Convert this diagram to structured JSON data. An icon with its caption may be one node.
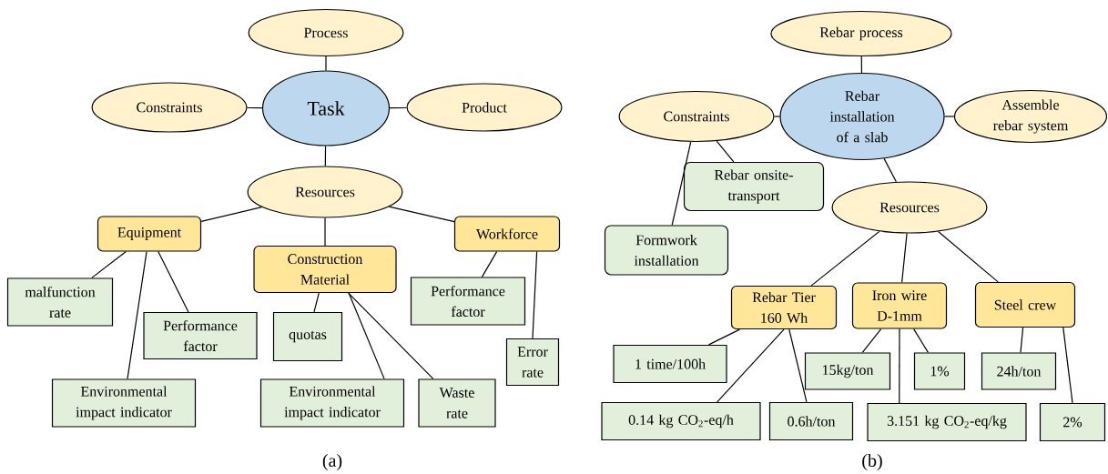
{
  "diagram": {
    "nodes": [
      {
        "text": [
          "Process"
        ]
      },
      {
        "text": [
          "Constraints"
        ]
      },
      {
        "text": [
          "Task"
        ]
      },
      {
        "text": [
          "Product"
        ]
      },
      {
        "text": [
          "Resources"
        ]
      },
      {
        "text": [
          "Equipment"
        ]
      },
      {
        "text": [
          "Construction Material"
        ]
      },
      {
        "text": [
          "Workforce"
        ]
      },
      {
        "text": [
          "malfunction rate"
        ]
      },
      {
        "text": [
          "Performance factor"
        ]
      },
      {
        "text": [
          "quotas"
        ]
      },
      {
        "text": [
          "Environmental impact indicator"
        ]
      },
      {
        "text": [
          "Environmental impact indicator"
        ]
      },
      {
        "text": [
          "Waste rate"
        ]
      },
      {
        "text": [
          "Performance factor"
        ]
      },
      {
        "text": [
          "Error rate"
        ]
      },
      {
        "text": [
          "Rebar process"
        ]
      },
      {
        "text": [
          "Constraints"
        ]
      },
      {
        "text": [
          "Rebar installation of a slab"
        ]
      },
      {
        "text": [
          "Assemble rebar system"
        ]
      },
      {
        "text": [
          "Rebar onsite-transport"
        ]
      },
      {
        "text": [
          "Formwork installation"
        ]
      },
      {
        "text": [
          "Resources"
        ]
      },
      {
        "text": [
          "Rebar Tier 160 Wh"
        ]
      },
      {
        "text": [
          "Iron wire D-1mm"
        ]
      },
      {
        "text": [
          "Steel crew"
        ]
      },
      {
        "text": [
          "1 time/100h"
        ]
      },
      {
        "text": [
          "15kg/ton"
        ]
      },
      {
        "text": [
          "1%"
        ]
      },
      {
        "text": [
          "24h/ton"
        ]
      },
      {
        "text": [
          "0.14 kg CO$_{2}$-eq/h"
        ]
      },
      {
        "text": [
          "0.6h/ton"
        ]
      },
      {
        "text": [
          "3.151 kg CO$_{2}$-eq/kg"
        ]
      },
      {
        "text": [
          "2%"
        ]
      }
    ],
    "edges": [
      {
        "from": 2,
        "to": 0,
        "arrow": "none"
      },
      {
        "from": 2,
        "to": 1,
        "arrow": "none"
      },
      {
        "from": 2,
        "to": 3,
        "arrow": "none"
      },
      {
        "from": 2,
        "to": 4,
        "arrow": "none"
      },
      {
        "from": 4,
        "to": 5,
        "arrow": "none"
      },
      {
        "from": 4,
        "to": 6,
        "arrow": "none"
      },
      {
        "from": 4,
        "to": 7,
        "arrow": "none"
      },
      {
        "from": 5,
        "to": 8,
        "arrow": "none"
      },
      {
        "from": 5,
        "to": 9,
        "arrow": "none"
      },
      {
        "from": 5,
        "to": 11,
        "arrow": "none"
      },
      {
        "from": 6,
        "to": 10,
        "arrow": "none"
      },
      {
        "from": 6,
        "to": 12,
        "arrow": "none"
      },
      {
        "from": 6,
        "to": 13,
        "arrow": "none"
      },
      {
        "from": 7,
        "to": 14,
        "arrow": "none"
      },
      {
        "from": 7,
        "to": 15,
        "arrow": "none"
      },
      {
        "from": 18,
        "to": 16,
        "arrow": "none"
      },
      {
        "from": 18,
        "to": 17,
        "arrow": "none"
      },
      {
        "from": 18,
        "to": 19,
        "arrow": "none"
      },
      {
        "from": 18,
        "to": 22,
        "arrow": "none"
      },
      {
        "from": 17,
        "to": 20,
        "arrow": "none"
      },
      {
        "from": 17,
        "to": 21,
        "arrow": "none"
      },
      {
        "from": 22,
        "to": 23,
        "arrow": "none"
      },
      {
        "from": 22,
        "to": 24,
        "arrow": "none"
      },
      {
        "from": 22,
        "to": 25,
        "arrow": "none"
      },
      {
        "from": 23,
        "to": 26,
        "arrow": "none"
      },
      {
        "from": 23,
        "to": 30,
        "arrow": "none"
      },
      {
        "from": 23,
        "to": 31,
        "arrow": "none"
      },
      {
        "from": 24,
        "to": 27,
        "arrow": "none"
      },
      {
        "from": 24,
        "to": 28,
        "arrow": "none"
      },
      {
        "from": 24,
        "to": 32,
        "arrow": "none"
      },
      {
        "from": 25,
        "to": 29,
        "arrow": "none"
      },
      {
        "from": 25,
        "to": 33,
        "arrow": "none"
      }
    ],
    "labels": [
      "(a)",
      "(b)"
    ]
  }
}
